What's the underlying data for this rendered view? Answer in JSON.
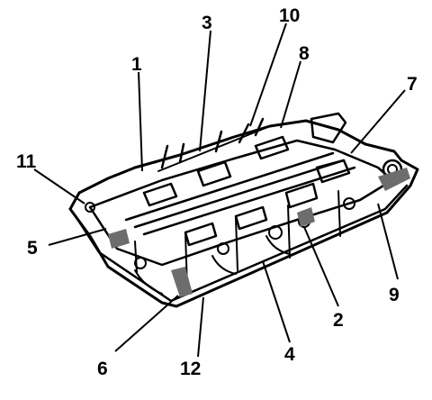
{
  "figure": {
    "colors": {
      "ink": "#000000",
      "paper": "#ffffff",
      "shade": "#6d6d6d"
    },
    "callouts": [
      {
        "id": "1",
        "label": "1"
      },
      {
        "id": "2",
        "label": "2"
      },
      {
        "id": "3",
        "label": "3"
      },
      {
        "id": "4",
        "label": "4"
      },
      {
        "id": "5",
        "label": "5"
      },
      {
        "id": "6",
        "label": "6"
      },
      {
        "id": "7",
        "label": "7"
      },
      {
        "id": "8",
        "label": "8"
      },
      {
        "id": "9",
        "label": "9"
      },
      {
        "id": "10",
        "label": "10"
      },
      {
        "id": "11",
        "label": "11"
      },
      {
        "id": "12",
        "label": "12"
      }
    ]
  }
}
